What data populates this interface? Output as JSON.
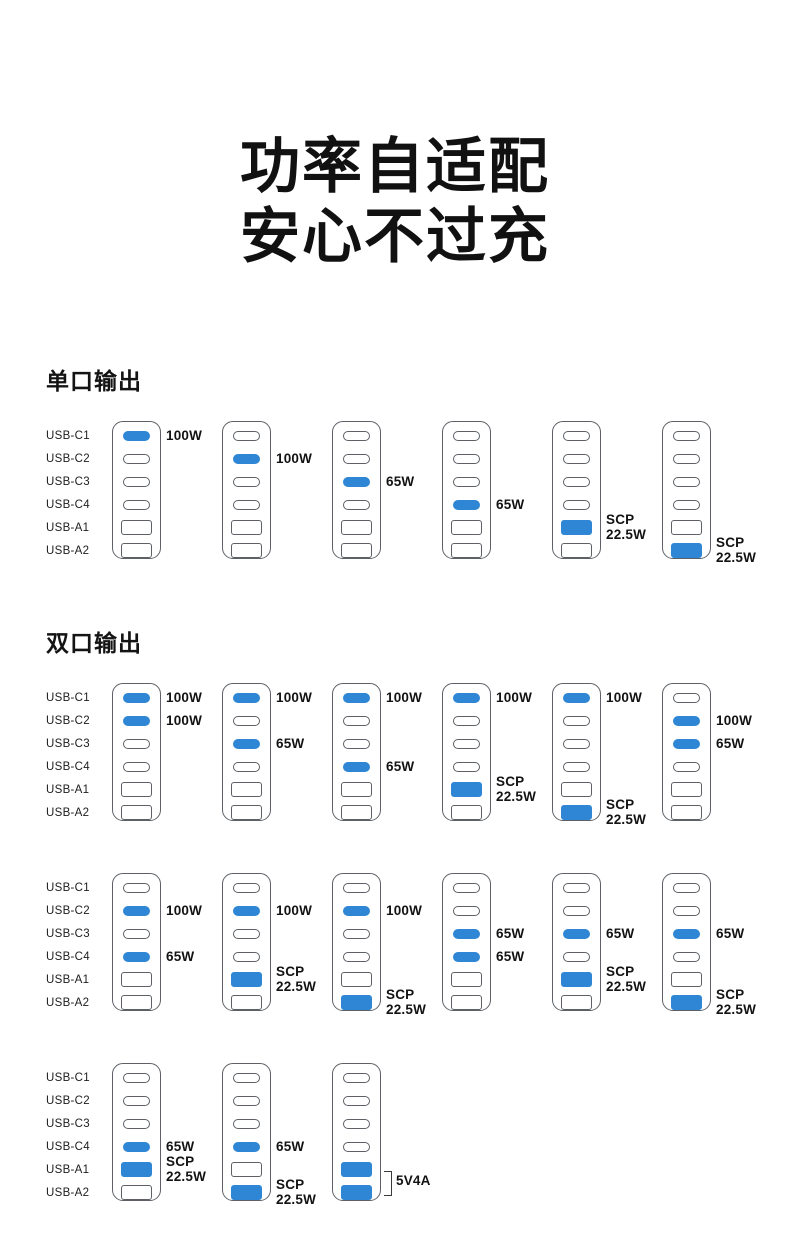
{
  "title": {
    "line1": "功率自适配",
    "line2": "安心不过充"
  },
  "colors": {
    "active_port": "#2e86d4",
    "outline": "#5d6166",
    "text": "#131313"
  },
  "port_labels": [
    "USB-C1",
    "USB-C2",
    "USB-C3",
    "USB-C4",
    "USB-A1",
    "USB-A2"
  ],
  "sections": [
    {
      "id": "single",
      "title": "单口输出",
      "rows": [
        {
          "diagrams": [
            {
              "active": [
                0
              ],
              "callouts": [
                {
                  "port": 0,
                  "text": "100W"
                }
              ]
            },
            {
              "active": [
                1
              ],
              "callouts": [
                {
                  "port": 1,
                  "text": "100W"
                }
              ]
            },
            {
              "active": [
                2
              ],
              "callouts": [
                {
                  "port": 2,
                  "text": "65W"
                }
              ]
            },
            {
              "active": [
                3
              ],
              "callouts": [
                {
                  "port": 3,
                  "text": "65W"
                }
              ]
            },
            {
              "active": [
                4
              ],
              "callouts": [
                {
                  "port": 4,
                  "text": "SCP\n22.5W"
                }
              ]
            },
            {
              "active": [
                5
              ],
              "callouts": [
                {
                  "port": 5,
                  "text": "SCP\n22.5W"
                }
              ]
            }
          ]
        }
      ]
    },
    {
      "id": "dual",
      "title": "双口输出",
      "rows": [
        {
          "diagrams": [
            {
              "active": [
                0,
                1
              ],
              "callouts": [
                {
                  "port": 0,
                  "text": "100W"
                },
                {
                  "port": 1,
                  "text": "100W"
                }
              ]
            },
            {
              "active": [
                0,
                2
              ],
              "callouts": [
                {
                  "port": 0,
                  "text": "100W"
                },
                {
                  "port": 2,
                  "text": "65W"
                }
              ]
            },
            {
              "active": [
                0,
                3
              ],
              "callouts": [
                {
                  "port": 0,
                  "text": "100W"
                },
                {
                  "port": 3,
                  "text": "65W"
                }
              ]
            },
            {
              "active": [
                0,
                4
              ],
              "callouts": [
                {
                  "port": 0,
                  "text": "100W"
                },
                {
                  "port": 4,
                  "text": "SCP\n22.5W"
                }
              ]
            },
            {
              "active": [
                0,
                5
              ],
              "callouts": [
                {
                  "port": 0,
                  "text": "100W"
                },
                {
                  "port": 5,
                  "text": "SCP\n22.5W"
                }
              ]
            },
            {
              "active": [
                1,
                2
              ],
              "callouts": [
                {
                  "port": 1,
                  "text": "100W"
                },
                {
                  "port": 2,
                  "text": "65W"
                }
              ]
            }
          ]
        },
        {
          "diagrams": [
            {
              "active": [
                1,
                3
              ],
              "callouts": [
                {
                  "port": 1,
                  "text": "100W"
                },
                {
                  "port": 3,
                  "text": "65W"
                }
              ]
            },
            {
              "active": [
                1,
                4
              ],
              "callouts": [
                {
                  "port": 1,
                  "text": "100W"
                },
                {
                  "port": 4,
                  "text": "SCP\n22.5W"
                }
              ]
            },
            {
              "active": [
                1,
                5
              ],
              "callouts": [
                {
                  "port": 1,
                  "text": "100W"
                },
                {
                  "port": 5,
                  "text": "SCP\n22.5W"
                }
              ]
            },
            {
              "active": [
                2,
                3
              ],
              "callouts": [
                {
                  "port": 2,
                  "text": "65W"
                },
                {
                  "port": 3,
                  "text": "65W"
                }
              ]
            },
            {
              "active": [
                2,
                4
              ],
              "callouts": [
                {
                  "port": 2,
                  "text": "65W"
                },
                {
                  "port": 4,
                  "text": "SCP\n22.5W"
                }
              ]
            },
            {
              "active": [
                2,
                5
              ],
              "callouts": [
                {
                  "port": 2,
                  "text": "65W"
                },
                {
                  "port": 5,
                  "text": "SCP\n22.5W"
                }
              ]
            }
          ]
        },
        {
          "diagrams": [
            {
              "active": [
                3,
                4
              ],
              "callouts": [
                {
                  "port": 3,
                  "text": "65W"
                },
                {
                  "port": 4,
                  "text": "SCP\n22.5W"
                }
              ]
            },
            {
              "active": [
                3,
                5
              ],
              "callouts": [
                {
                  "port": 3,
                  "text": "65W"
                },
                {
                  "port": 5,
                  "text": "SCP\n22.5W"
                }
              ]
            },
            {
              "active": [
                4,
                5
              ],
              "bracket": {
                "from": 4,
                "to": 5
              },
              "callouts": [
                {
                  "port": 4,
                  "text": "5V4A",
                  "bracketed": true
                }
              ]
            }
          ]
        }
      ]
    }
  ]
}
